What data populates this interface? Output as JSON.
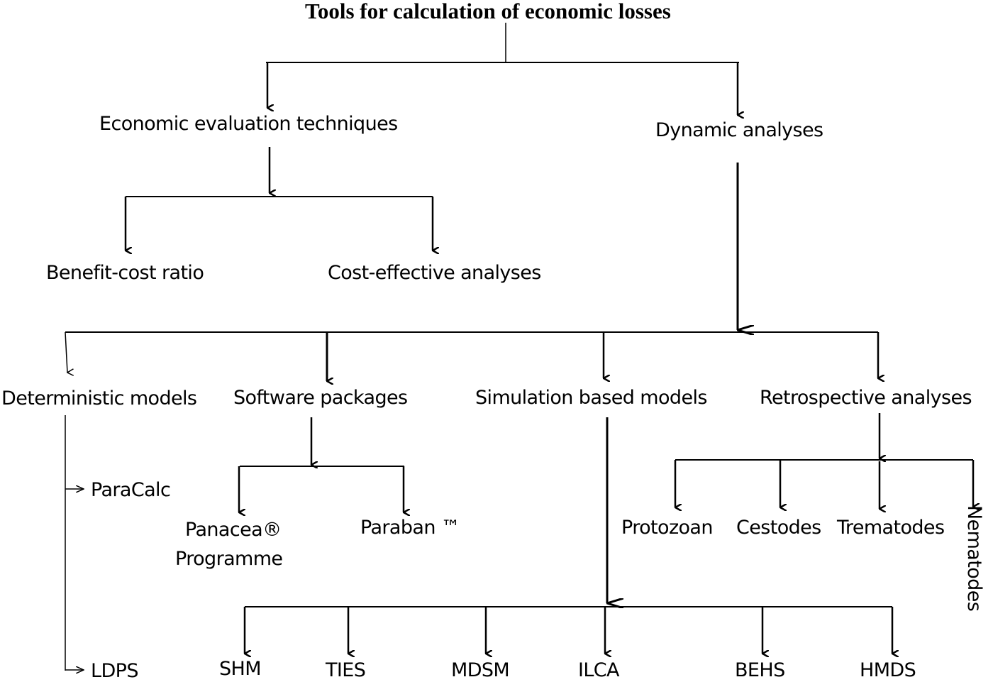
{
  "title": "Tools for calculation of economic losses",
  "nodes": {
    "economic_evaluation": "Economic evaluation techniques",
    "dynamic_analyses": "Dynamic analyses",
    "benefit_cost": "Benefit-cost ratio",
    "cost_effective": "Cost-effective analyses",
    "deterministic": "Deterministic models",
    "software": "Software packages",
    "simulation": "Simulation based models",
    "retrospective": "Retrospective analyses",
    "paracalc": "ParaCalc",
    "ldps": "LDPS",
    "panacea_line1": "Panacea®",
    "panacea_line2": "Programme",
    "paraban": "Paraban ™",
    "protozoan": "Protozoan",
    "cestodes": "Cestodes",
    "trematodes": "Trematodes",
    "nematodes": "Nematodes",
    "shm": "SHM",
    "ties": "TIES",
    "mdsm": "MDSM",
    "ilca": "ILCA",
    "behs": "BEHS",
    "hmds": "HMDS"
  },
  "colors": {
    "line": "#000000",
    "text": "#000000",
    "background": "#ffffff"
  }
}
